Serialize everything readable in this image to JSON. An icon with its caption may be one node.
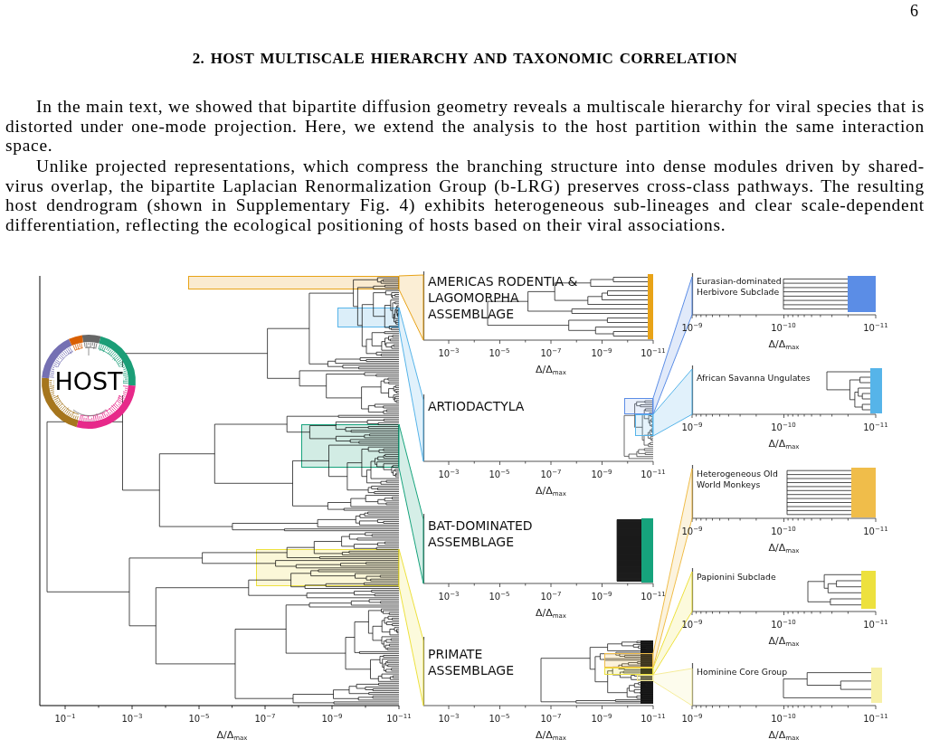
{
  "diagram": {
    "title": "2. HOST MULTISCALE HIERARCHY AND TAXONOMIC CORRELATION",
    "nodes": [
      {
        "text": [
          "HOST"
        ]
      },
      {
        "text": [],
        "shape": "box"
      },
      {
        "text": [],
        "shape": "box"
      },
      {
        "text": [],
        "shape": "box"
      },
      {
        "text": [],
        "shape": "box"
      },
      {
        "text": [
          "AMERICAS RODENTIA & LAGOMORPHA ASSEMBLAGE"
        ]
      },
      {
        "text": [
          "ARTIODACTYLA"
        ]
      },
      {
        "text": [],
        "shape": "box",
        "in": 6
      },
      {
        "text": [],
        "shape": "box",
        "in": 6
      },
      {
        "text": [
          "BAT-DOMINATED ASSEMBLAGE"
        ]
      },
      {
        "text": [
          "PRIMATE ASSEMBLAGE"
        ]
      },
      {
        "text": [],
        "shape": "box",
        "in": 10
      },
      {
        "text": [],
        "shape": "box",
        "in": 10
      },
      {
        "text": [],
        "shape": "box",
        "in": 10
      },
      {
        "text": [
          "Eurasian-dominated Herbivore Subclade"
        ]
      },
      {
        "text": [
          "African Savanna Ungulates"
        ]
      },
      {
        "text": [
          "Heterogeneous Old World Monkeys"
        ]
      },
      {
        "text": [
          "Papionini Subclade"
        ]
      },
      {
        "text": [
          "Hominine Core Group"
        ]
      }
    ],
    "edges": [
      {
        "from": 1,
        "to": 5,
        "arrow": "none",
        "color": "#e8a317"
      },
      {
        "from": 2,
        "to": 6,
        "arrow": "none",
        "color": "#56b4e9"
      },
      {
        "from": 3,
        "to": 9,
        "arrow": "none",
        "color": "#16a37c"
      },
      {
        "from": 4,
        "to": 10,
        "arrow": "none",
        "color": "#ede13e"
      },
      {
        "from": 7,
        "to": 14,
        "arrow": "none",
        "color": "#5b8de6"
      },
      {
        "from": 8,
        "to": 15,
        "arrow": "none",
        "color": "#56b4e9"
      },
      {
        "from": 11,
        "to": 16,
        "arrow": "none",
        "color": "#f0bd4a"
      },
      {
        "from": 12,
        "to": 17,
        "arrow": "none",
        "color": "#ede13e"
      },
      {
        "from": 13,
        "to": 18,
        "arrow": "none",
        "color": "#f5ec9a"
      }
    ],
    "labels": [
      "6",
      "In the main text, we showed that bipartite diffusion geometry reveals a multiscale hierarchy for viral species that is distorted under one-mode projection. Here, we extend the analysis to the host partition within the same interaction space.",
      "Unlike projected representations, which compress the branching structure into dense modules driven by shared-virus overlap, the bipartite Laplacian Renormalization Group (b-LRG) preserves cross-class pathways. The resulting host dendrogram (shown in Supplementary Fig. 4) exhibits heterogeneous sub-lineages and clear scale-dependent differentiation, reflecting the ecological positioning of hosts based on their viral associations.",
      "10$^{−1}$",
      "10$^{−3}$",
      "10$^{−5}$",
      "10$^{−7}$",
      "10$^{−9}$",
      "10$^{−11}$",
      "Δ/Δ$_{max}$",
      "10$^{−3}$",
      "10$^{−5}$",
      "10$^{−7}$",
      "10$^{−9}$",
      "10$^{−11}$",
      "Δ/Δ$_{max}$",
      "10$^{−3}$",
      "10$^{−5}$",
      "10$^{−7}$",
      "10$^{−9}$",
      "10$^{−11}$",
      "Δ/Δ$_{max}$",
      "10$^{−3}$",
      "10$^{−5}$",
      "10$^{−7}$",
      "10$^{−9}$",
      "10$^{−11}$",
      "Δ/Δ$_{max}$",
      "10$^{−3}$",
      "10$^{−5}$",
      "10$^{−7}$",
      "10$^{−9}$",
      "10$^{−11}$",
      "Δ/Δ$_{max}$",
      "10$^{−9}$",
      "10$^{−10}$",
      "10$^{−11}$",
      "Δ/Δ$_{max}$",
      "10$^{−9}$",
      "10$^{−10}$",
      "10$^{−11}$",
      "Δ/Δ$_{max}$",
      "10$^{−9}$",
      "10$^{−10}$",
      "10$^{−11}$",
      "Δ/Δ$_{max}$",
      "10$^{−9}$",
      "10$^{−10}$",
      "10$^{−11}$",
      "Δ/Δ$_{max}$",
      "10$^{−9}$",
      "10$^{−10}$",
      "10$^{−11}$",
      "Δ/Δ$_{max}$"
    ]
  }
}
